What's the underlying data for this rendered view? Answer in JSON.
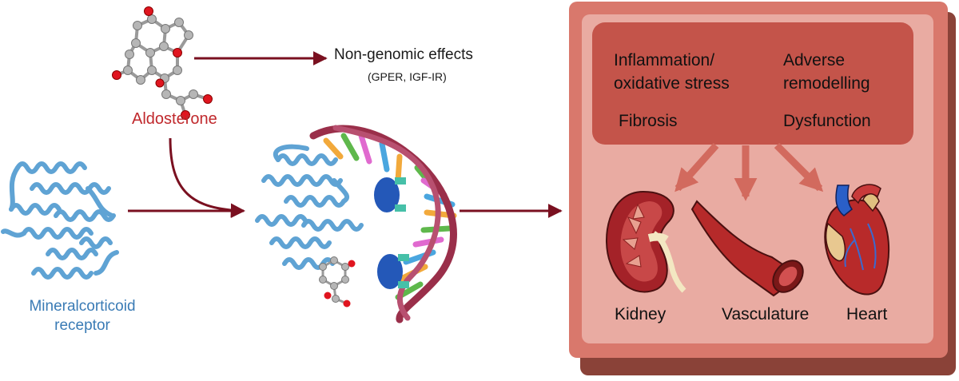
{
  "colors": {
    "arrow": "#7a1020",
    "aldosterone_label": "#c0282c",
    "receptor_label": "#3a7bb5",
    "panel_outer": "#d9786c",
    "panel_inner": "#e9aba2",
    "panel_shadow": "#8a4238",
    "effects_box": "#c4544a",
    "protein": "#5fa3d4",
    "dna_backbone": "#9a2f4a"
  },
  "molecule": {
    "name": "Aldosterone"
  },
  "receptor": {
    "label_line1": "Mineralcorticoid",
    "label_line2": "receptor"
  },
  "non_genomic": {
    "title": "Non-genomic effects",
    "subtitle": "(GPER, IGF-IR)"
  },
  "effects": {
    "inflammation_line1": "Inflammation/",
    "inflammation_line2": "oxidative stress",
    "remodelling_line1": "Adverse",
    "remodelling_line2": "remodelling",
    "fibrosis": "Fibrosis",
    "dysfunction": "Dysfunction"
  },
  "organs": {
    "kidney": "Kidney",
    "vasculature": "Vasculature",
    "heart": "Heart"
  },
  "icons": [
    "molecule-icon",
    "protein-icon",
    "dna-icon",
    "kidney-icon",
    "vessel-icon",
    "heart-icon",
    "arrow-icon"
  ]
}
